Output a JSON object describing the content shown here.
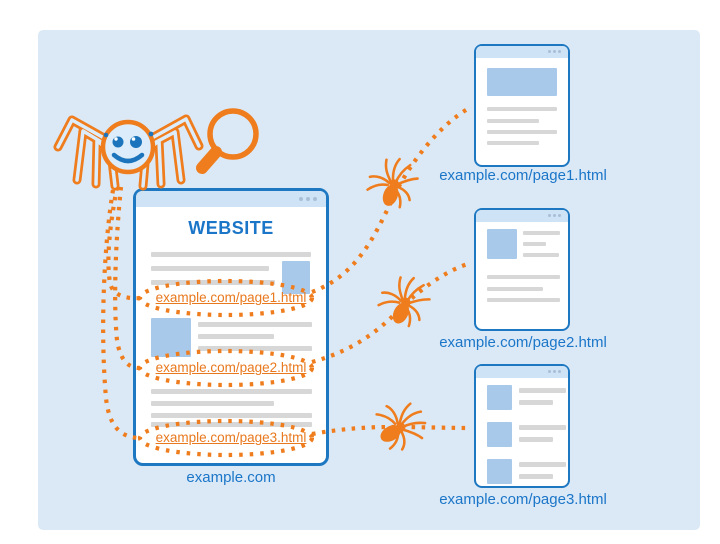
{
  "main_window": {
    "title": "WEBSITE",
    "caption": "example.com",
    "links": [
      "example.com/page1.html",
      "example.com/page2.html",
      "example.com/page3.html"
    ]
  },
  "pages": [
    {
      "caption": "example.com/page1.html"
    },
    {
      "caption": "example.com/page2.html"
    },
    {
      "caption": "example.com/page3.html"
    }
  ],
  "icons": {
    "crawler": "spider-with-magnifier",
    "mini_spiders": [
      "spider",
      "spider",
      "spider"
    ],
    "window_controls": "three-dots"
  },
  "colors": {
    "background_panel": "#dbe9f7",
    "accent_orange": "#ef7d1d",
    "window_border_blue": "#1d78c1",
    "link_orange": "#e8791e",
    "text_blue": "#1b76c8",
    "placeholder_gray": "#d7d7d7",
    "placeholder_blue": "#a9c9ea",
    "titlebar_blue": "#cfe3f6"
  }
}
